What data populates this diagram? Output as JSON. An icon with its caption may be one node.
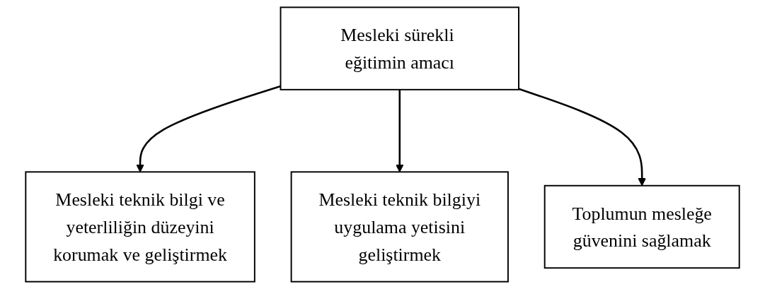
{
  "diagram": {
    "nodes": [
      {
        "text": [
          "Mesleki sürekli eğitimin amacı"
        ]
      },
      {
        "text": [
          "Mesleki teknik bilgi ve yeterliliğin düzeyini korumak ve geliştirmek"
        ]
      },
      {
        "text": [
          "Mesleki teknik bilgiyi uygulama yetisini geliştirmek"
        ]
      },
      {
        "text": [
          "Toplumun mesleğe güvenini sağlamak"
        ]
      }
    ],
    "edges": [
      {
        "from": 0,
        "to": 1,
        "arrow": "to"
      },
      {
        "from": 0,
        "to": 2,
        "arrow": "to"
      },
      {
        "from": 0,
        "to": 3,
        "arrow": "to"
      }
    ]
  }
}
